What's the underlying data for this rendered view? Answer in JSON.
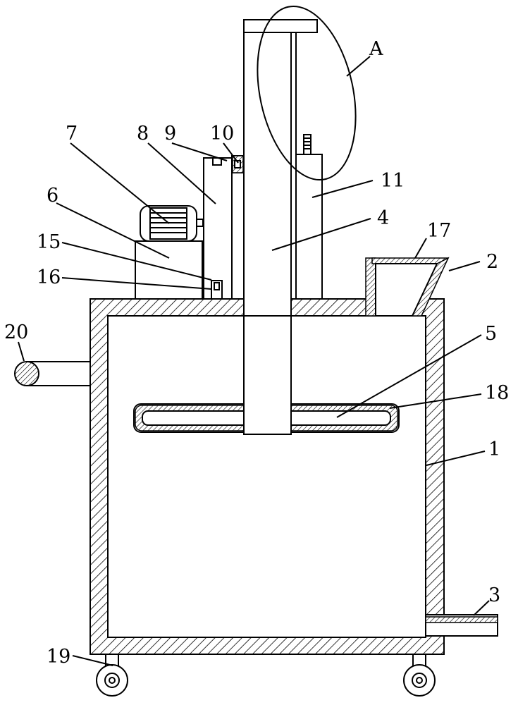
{
  "labels": {
    "l1": "1",
    "l2": "2",
    "l3": "3",
    "l4": "4",
    "l5": "5",
    "l6": "6",
    "l7": "7",
    "l8": "8",
    "l9": "9",
    "l10": "10",
    "l11": "11",
    "l15": "15",
    "l16": "16",
    "l17": "17",
    "l18": "18",
    "l19": "19",
    "l20": "20",
    "lA": "A"
  }
}
